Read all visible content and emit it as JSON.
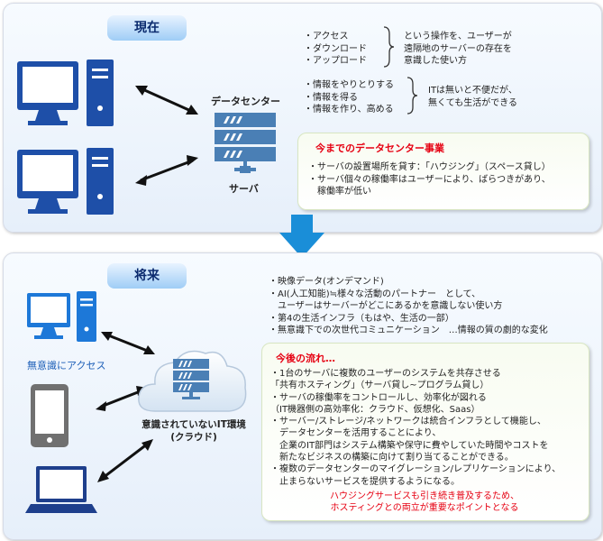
{
  "current": {
    "tag": "現在",
    "ops_list": [
      "・アクセス",
      "・ダウンロード",
      "・アップロード"
    ],
    "ops_note": [
      "という操作を、ユーザーが",
      "遠隔地のサーバーの存在を",
      "意識した使い方"
    ],
    "info_list": [
      "・情報をやりとりする",
      "・情報を得る",
      "・情報を作り、高める"
    ],
    "info_note": [
      "ITは無いと不便だが、",
      "無くても生活ができる"
    ],
    "datacenter_label": "データセンター",
    "server_label": "サーバ",
    "business": {
      "title": "今までのデータセンター事業",
      "lines": [
        "・サーバの設置場所を貸す：「ハウジング」（スペース貸し）",
        "・サーバ個々の稼働率はユーザーにより、ばらつきがあり、",
        "　稼働率が低い"
      ]
    }
  },
  "future": {
    "tag": "将来",
    "uses": [
      "・映像データ(オンデマンド)",
      "・AI(人工知能)≒様々な活動のパートナー　として、",
      "　ユーザーはサーバーがどこにあるかを意識しない使い方",
      "・第4の生活インフラ（もはや、生活の一部）",
      "・無意識下での次世代コミュニケーション　…情報の質の劇的な変化"
    ],
    "unconscious_access": "無意識にアクセス",
    "cloud_label": [
      "意識されていないIT環境",
      "(クラウド)"
    ],
    "trend": {
      "title": "今後の流れ…",
      "lines": [
        "・1台のサーバに複数のユーザーのシステムを共存させる",
        "「共有ホスティング」（サーバ貸し~プログラム貸し）",
        "・サーバの稼働率をコントロールし、効率化が図れる",
        "（IT機器側の高効率化：クラウド、仮想化、Saas）",
        "・サーバー/ストレージ/ネットワークは統合インフラとして機能し、",
        "　データセンターを活用することにより、",
        "　企業のIT部門はシステム構築や保守に費やしていた時間やコストを",
        "　新たなビジネスの構築に向けて割り当てることができる。",
        "・複数のデータセンターのマイグレーション/レプリケーションにより、",
        "　止まらないサービスを提供するようになる。"
      ],
      "conclusion": [
        "ハウジングサービスも引き続き普及するため、",
        "ホスティングとの両立が重要なポイントとなる"
      ]
    }
  },
  "colors": {
    "device_blue": "#1e4fa8",
    "screen_blue": "#1d78d8",
    "server_blue": "#4a7fb5",
    "arrow_blue": "#1a8ed8",
    "emphasis_red": "#e60012"
  }
}
